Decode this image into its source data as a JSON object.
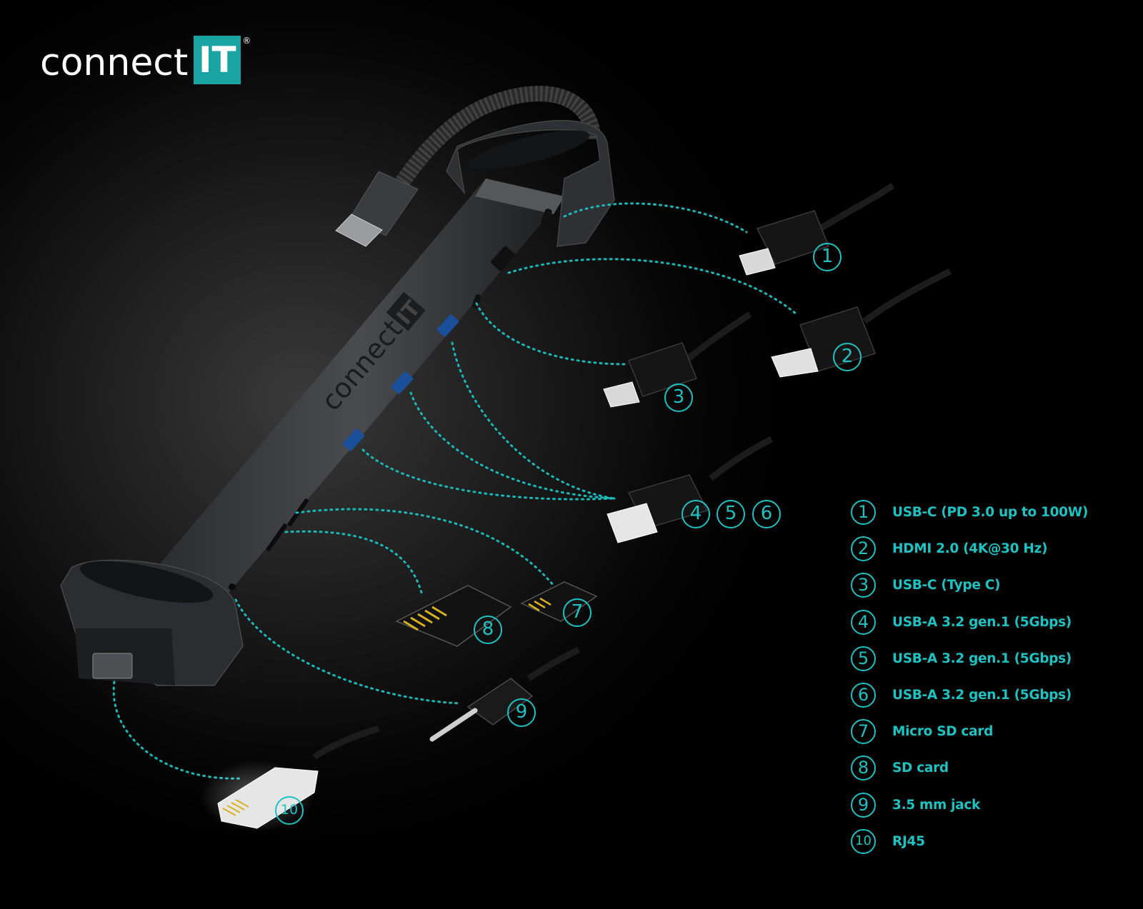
{
  "brand": {
    "word": "connect",
    "mark": "IT",
    "reg": "®",
    "accent": "#1fc2c2"
  },
  "device": {
    "logo_word": "connect",
    "logo_mark": "IT"
  },
  "callouts": [
    "1",
    "2",
    "3",
    "4",
    "5",
    "6",
    "7",
    "8",
    "9",
    "10"
  ],
  "legend": [
    {
      "num": "1",
      "label": "USB-C (PD 3.0 up to 100W)"
    },
    {
      "num": "2",
      "label": "HDMI 2.0 (4K@30 Hz)"
    },
    {
      "num": "3",
      "label": "USB-C (Type C)"
    },
    {
      "num": "4",
      "label": "USB-A 3.2 gen.1 (5Gbps)"
    },
    {
      "num": "5",
      "label": "USB-A 3.2 gen.1 (5Gbps)"
    },
    {
      "num": "6",
      "label": "USB-A 3.2 gen.1 (5Gbps)"
    },
    {
      "num": "7",
      "label": "Micro SD card"
    },
    {
      "num": "8",
      "label": "SD card"
    },
    {
      "num": "9",
      "label": "3.5 mm jack"
    },
    {
      "num": "10",
      "label": "RJ45"
    }
  ]
}
